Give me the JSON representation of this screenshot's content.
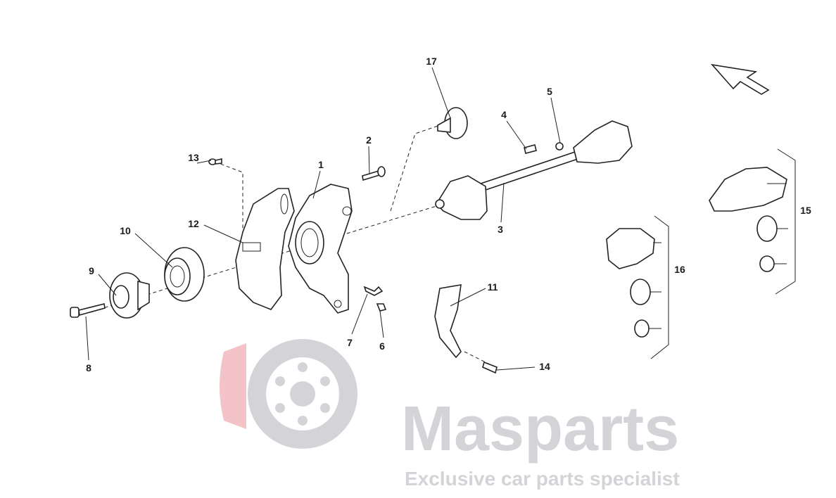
{
  "diagram": {
    "title": "Rear hub, brake backplate and drive shaft exploded view",
    "callouts": [
      "1",
      "2",
      "3",
      "4",
      "5",
      "6",
      "7",
      "8",
      "9",
      "10",
      "11",
      "12",
      "13",
      "14",
      "15",
      "16",
      "17"
    ]
  },
  "watermark": {
    "brand": "Masparts",
    "tagline": "Exclusive car parts specialist",
    "colors": {
      "logo_red": "#f3c3c8",
      "logo_grey": "#d4d4d8"
    }
  }
}
